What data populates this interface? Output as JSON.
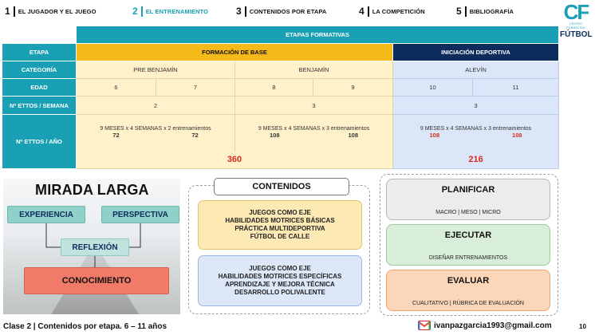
{
  "nav": {
    "items": [
      {
        "num": "1",
        "label": "EL JUGADOR Y EL JUEGO"
      },
      {
        "num": "2",
        "label": "EL ENTRENAMIENTO"
      },
      {
        "num": "3",
        "label": "CONTENIDOS POR ETAPA"
      },
      {
        "num": "4",
        "label": "LA COMPETICIÓN"
      },
      {
        "num": "5",
        "label": "BIBLIOGRAFÍA"
      }
    ],
    "active_index": 1,
    "active_color": "#19a0b4"
  },
  "logo": {
    "mark": "CF",
    "small": "CENTRO FORMACIÓN",
    "word": "FÚTBOL"
  },
  "table": {
    "title": "ETAPAS FORMATIVAS",
    "rows": {
      "etapa": "ETAPA",
      "categoria": "CATEGORÍA",
      "edad": "EDAD",
      "ettos_semana": "Nº ETTOS / SEMANA",
      "ettos_ano": "Nº ETTOS / AÑO"
    },
    "stages": {
      "base": "FORMACIÓN DE BASE",
      "init": "INICIACIÓN DEPORTIVA"
    },
    "categories": [
      "PRE BENJAMÍN",
      "BENJAMÍN",
      "ALEVÍN"
    ],
    "ages": [
      "6",
      "7",
      "8",
      "9",
      "10",
      "11"
    ],
    "per_week": [
      "2",
      "3",
      "3"
    ],
    "formulas": [
      "9 MESES x 4 SEMANAS x 2 entrenamientos",
      "9 MESES x 4 SEMANAS x 3 entrenamientos",
      "9 MESES x 4 SEMANAS x 3 entrenamientos"
    ],
    "year_values": [
      "72",
      "72",
      "108",
      "108",
      "108",
      "108"
    ],
    "totals": {
      "base": "360",
      "init": "216"
    }
  },
  "mirada": {
    "title": "MIRADA LARGA",
    "experiencia": "EXPERIENCIA",
    "perspectiva": "PERSPECTIVA",
    "reflexion": "REFLEXIÓN",
    "conocimiento": "CONOCIMIENTO"
  },
  "contenidos": {
    "title": "CONTENIDOS",
    "box1": [
      "JUEGOS COMO EJE",
      "HABILIDADES MOTRICES BÁSICAS",
      "PRÁCTICA MULTIDEPORTIVA",
      "FÚTBOL DE CALLE"
    ],
    "box2": [
      "JUEGOS COMO EJE",
      "HABILIDADES MOTRICES ESPECÍFICAS",
      "APRENDIZAJE Y MEJORA TÉCNICA",
      "DESARROLLO POLIVALENTE"
    ]
  },
  "process": {
    "planificar": {
      "title": "PLANIFICAR",
      "sub": "MACRO | MESO | MICRO"
    },
    "ejecutar": {
      "title": "EJECUTAR",
      "sub": "DISEÑAR ENTRENAMIENTOS"
    },
    "evaluar": {
      "title": "EVALUAR",
      "sub": "CUALITATIVO | RÚBRICA DE EVALUACIÓN"
    }
  },
  "footer": {
    "left": "Clase 2 | Contenidos por etapa. 6 – 11 años",
    "email": "ivanpazgarcia1993@gmail.com",
    "page": "10"
  },
  "icons": {
    "mail": "gmail-icon"
  }
}
